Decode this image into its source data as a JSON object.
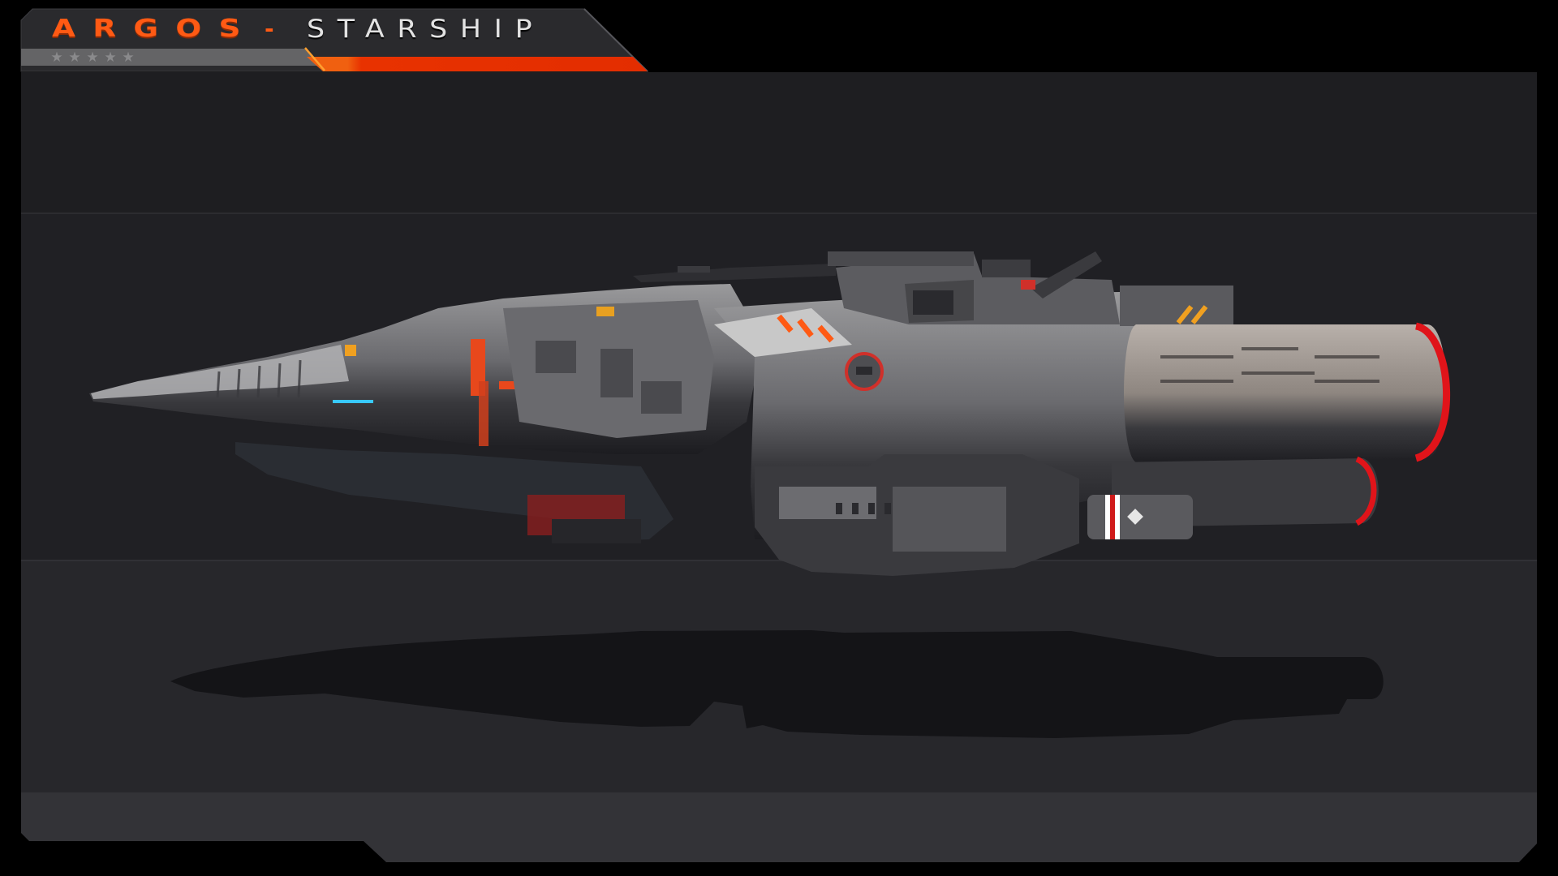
{
  "header": {
    "name": "ARGOS",
    "separator": "-",
    "type": "STARSHIP",
    "rating": {
      "max": 5,
      "filled": 0,
      "stars": [
        "★",
        "★",
        "★",
        "★",
        "★"
      ]
    }
  },
  "colors": {
    "accent_orange": "#ff5a14",
    "accent_red": "#e63000",
    "plate": "#2a2a2d",
    "rating_bar": "#646466",
    "panel_band_dark": "#1e1e21",
    "panel_band_mid": "#252529",
    "panel_footer": "#333337",
    "background": "#000000",
    "engine_ring_red": "#e0141a"
  },
  "viewer": {
    "subject": "starship-render",
    "has_shadow": true
  }
}
